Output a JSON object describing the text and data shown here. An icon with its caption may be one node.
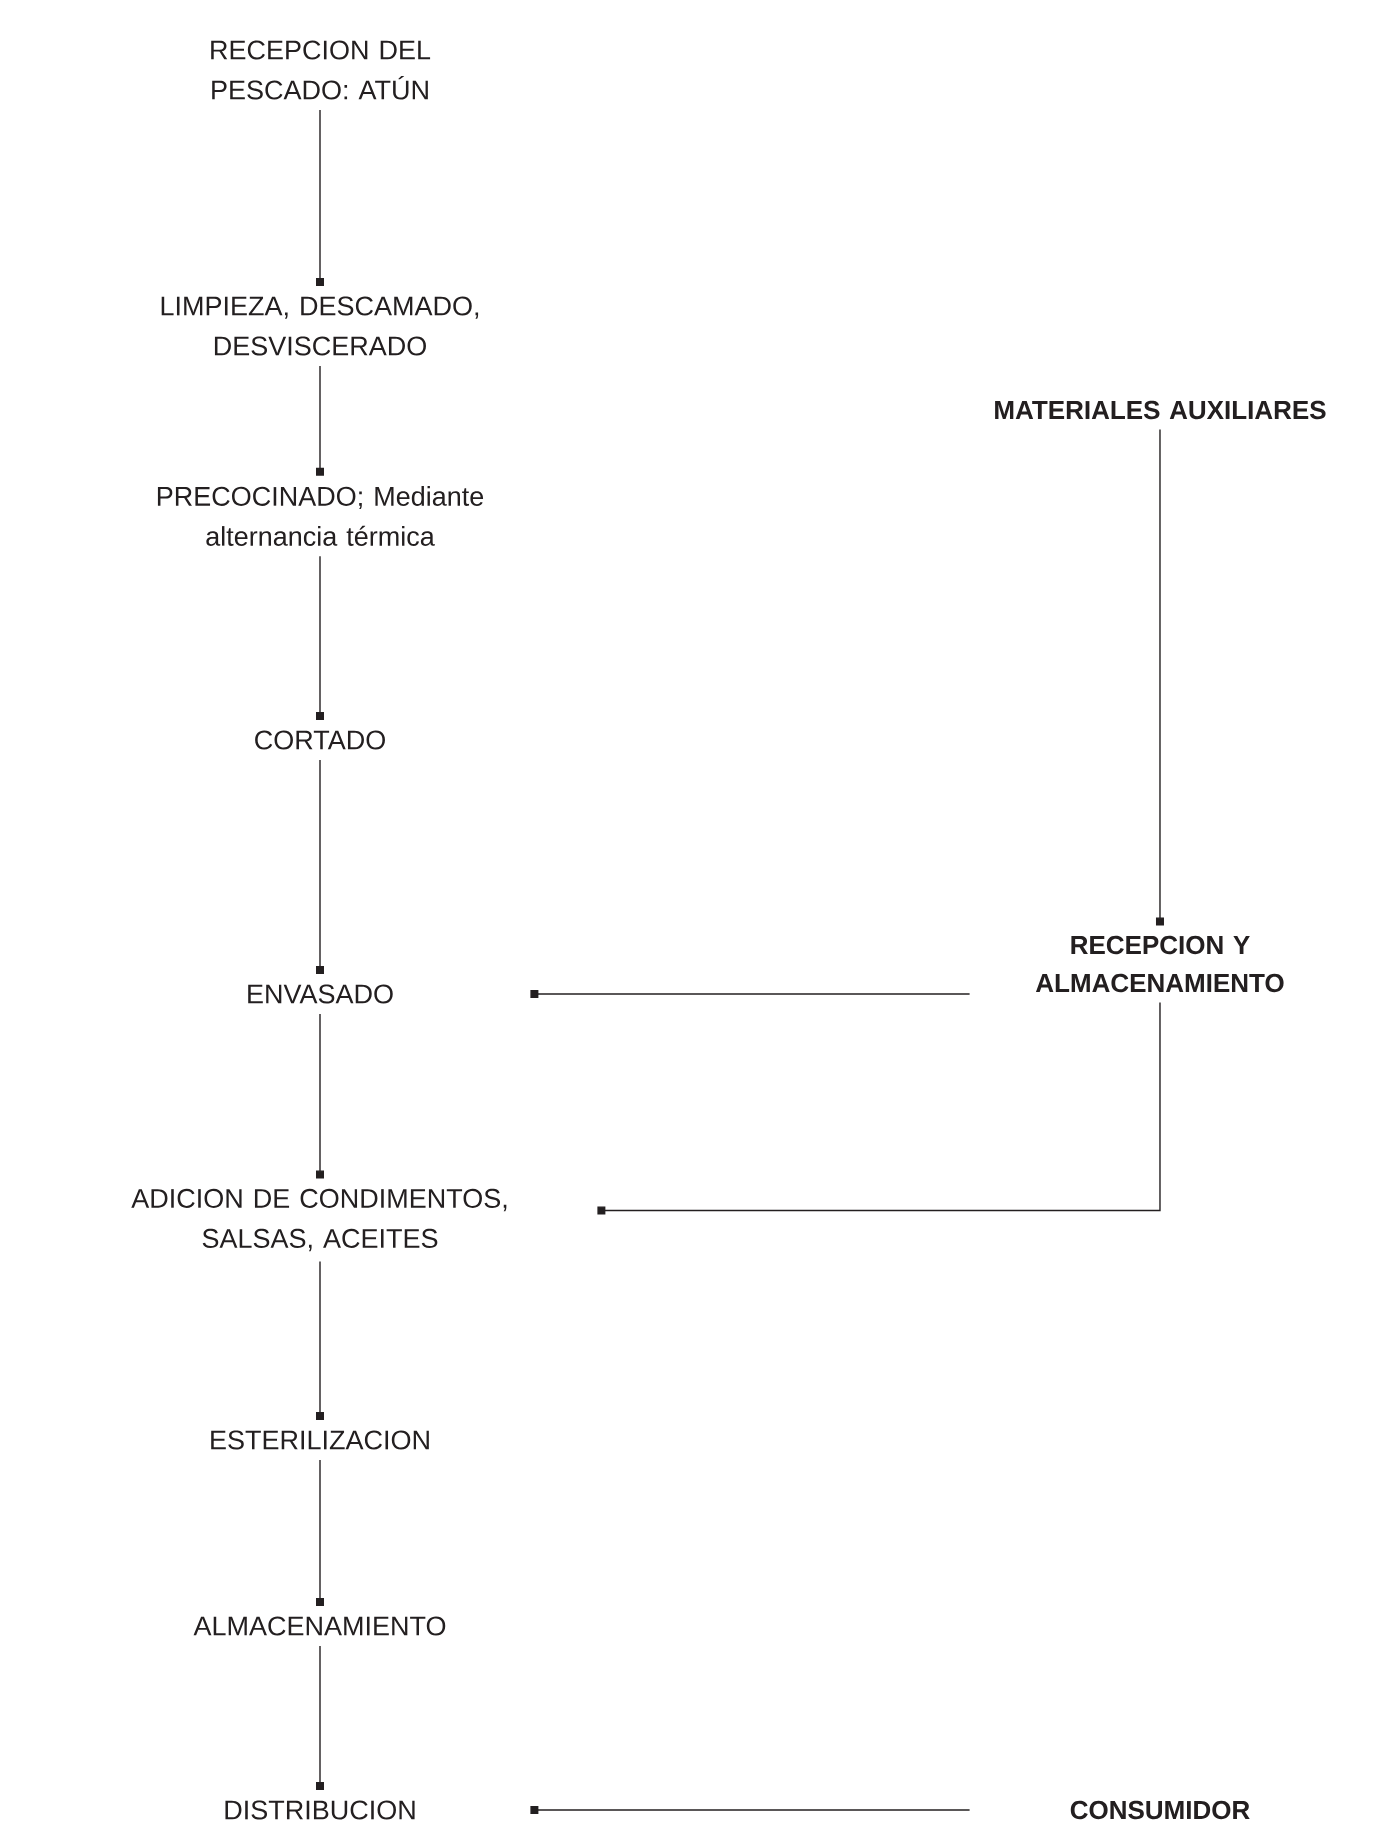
{
  "diagram": {
    "nodes": [
      {
        "text": [
          "RECEPCION DEL PESCADO: ATÚN"
        ]
      },
      {
        "text": [
          "LIMPIEZA, DESCAMADO, DESVISCERADO"
        ]
      },
      {
        "text": [
          "MATERIALES AUXILIARES"
        ]
      },
      {
        "text": [
          "PRECOCINADO; Mediante alternancia térmica"
        ]
      },
      {
        "text": [
          "CORTADO"
        ]
      },
      {
        "text": [
          "ENVASADO"
        ]
      },
      {
        "text": [
          "RECEPCION Y ALMACENAMIENTO"
        ]
      },
      {
        "text": [
          "ADICION DE CONDIMENTOS, SALSAS, ACEITES"
        ]
      },
      {
        "text": [
          "ESTERILIZACION"
        ]
      },
      {
        "text": [
          "ALMACENAMIENTO"
        ]
      },
      {
        "text": [
          "DISTRIBUCION"
        ]
      },
      {
        "text": [
          "CONSUMIDOR"
        ]
      }
    ],
    "edges": [
      {
        "from": 0,
        "to": 1,
        "arrow": "other"
      },
      {
        "from": 1,
        "to": 3,
        "arrow": "other"
      },
      {
        "from": 3,
        "to": 4,
        "arrow": "other"
      },
      {
        "from": 4,
        "to": 5,
        "arrow": "other"
      },
      {
        "from": 2,
        "to": 6,
        "arrow": "other"
      },
      {
        "from": 6,
        "to": 5,
        "arrow": "other"
      },
      {
        "from": 5,
        "to": 7,
        "arrow": "other"
      },
      {
        "from": 6,
        "to": 7,
        "arrow": "other"
      },
      {
        "from": 7,
        "to": 8,
        "arrow": "other"
      },
      {
        "from": 8,
        "to": 9,
        "arrow": "other"
      },
      {
        "from": 9,
        "to": 10,
        "arrow": "other"
      },
      {
        "from": 11,
        "to": 10,
        "arrow": "other"
      }
    ]
  }
}
